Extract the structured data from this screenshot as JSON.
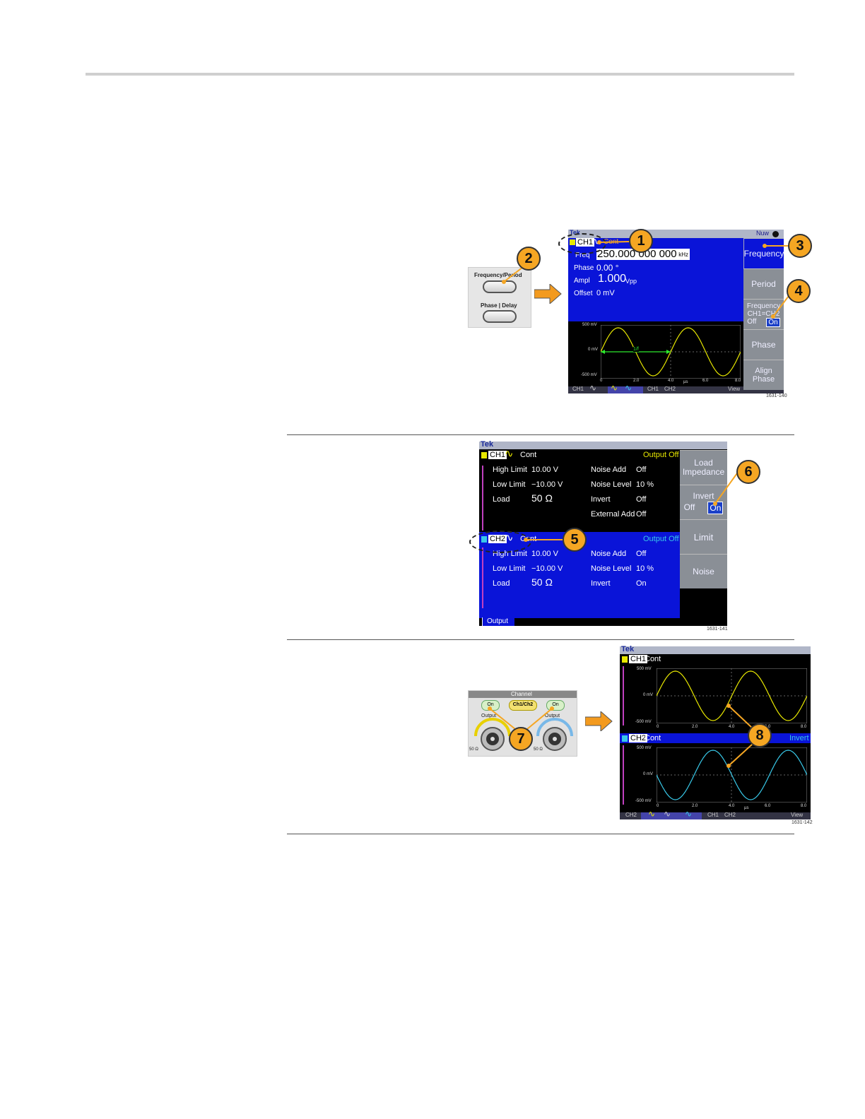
{
  "fig1": {
    "front_panel": {
      "freq_period_label": "Frequency/Period",
      "phase_delay_label": "Phase | Delay"
    },
    "screen": {
      "brand": "Tek",
      "ch_tag": "CH1",
      "mode": "Cont",
      "status": "Nuw",
      "freq_label": "Freq",
      "freq_value": "250.000 000 000",
      "freq_unit": "kHz",
      "phase_label": "Phase",
      "phase_value": "0.00 °",
      "ampl_label": "Ampl",
      "ampl_value": "1.000",
      "ampl_unit": "Vpp",
      "offset_label": "Offset",
      "offset_value": "0 mV",
      "y_ticks": [
        "500 mV",
        "0 mV",
        "-500 mV"
      ],
      "x_ticks": [
        "0",
        "2.0",
        "4.0",
        "6.0",
        "8.0"
      ],
      "x_unit": "µs",
      "period_marker": "1/f",
      "bottom_tabs": [
        "CH1",
        "CH1",
        "CH2",
        "View"
      ],
      "softkeys": {
        "frequency": "Frequency",
        "period": "Period",
        "freq_ch1": "Frequency",
        "freq_ch1_line2": "CH1=CH2",
        "off": "Off",
        "on": "On",
        "phase": "Phase",
        "align_phase": "Align Phase"
      }
    },
    "figure_id": "1631-140",
    "callouts": [
      "1",
      "2",
      "3",
      "4"
    ]
  },
  "fig2": {
    "screen": {
      "brand": "Tek",
      "ch1": {
        "tag": "CH1",
        "mode": "Cont",
        "status": "Output Off",
        "high_limit_label": "High Limit",
        "high_limit": "10.00 V",
        "low_limit_label": "Low Limit",
        "low_limit": "−10.00 V",
        "load_label": "Load",
        "load": "50 Ω",
        "noise_add_label": "Noise Add",
        "noise_add": "Off",
        "noise_level_label": "Noise Level",
        "noise_level": "10 %",
        "invert_label": "Invert",
        "invert": "Off",
        "ext_add_label": "External Add",
        "ext_add": "Off"
      },
      "ch2": {
        "tag": "CH2",
        "mode": "Cont",
        "status": "Output Off",
        "high_limit_label": "High Limit",
        "high_limit": "10.00 V",
        "low_limit_label": "Low Limit",
        "low_limit": "−10.00 V",
        "load_label": "Load",
        "load": "50 Ω",
        "noise_add_label": "Noise Add",
        "noise_add": "Off",
        "noise_level_label": "Noise Level",
        "noise_level": "10 %",
        "invert_label": "Invert",
        "invert": "On"
      },
      "tab": "Output",
      "softkeys": {
        "load_impedance": "Load",
        "load_impedance_2": "Impedance",
        "invert": "Invert",
        "off": "Off",
        "on": "On",
        "limit": "Limit",
        "noise": "Noise"
      }
    },
    "figure_id": "1631-141",
    "callouts": [
      "5",
      "6"
    ]
  },
  "fig3": {
    "front_panel": {
      "channel_label": "Channel",
      "on_left": "On",
      "on_right": "On",
      "ch_select": "Ch1/Ch2",
      "output_left": "Output",
      "output_right": "Output",
      "ohm_left": "50 Ω",
      "ohm_right": "50 Ω"
    },
    "screen": {
      "brand": "Tek",
      "ch1_tag": "CH1",
      "ch1_mode": "Cont",
      "ch2_tag": "CH2",
      "ch2_mode": "Cont",
      "ch2_status": "Invert",
      "y_ticks": [
        "500 mV",
        "0 mV",
        "-500 mV"
      ],
      "x_ticks": [
        "0",
        "2.0",
        "4.0",
        "6.0",
        "8.0"
      ],
      "x_unit": "µs",
      "bottom_tabs": [
        "CH2",
        "CH1",
        "CH2",
        "View"
      ]
    },
    "figure_id": "1631-142",
    "callouts": [
      "7",
      "8"
    ]
  },
  "colors": {
    "screen_blue": "#0a14d8",
    "callout_orange": "#f5a623",
    "ch1_yellow": "#e8e800",
    "ch2_cyan": "#38c8e8",
    "softkey_grey": "#8a8f96"
  }
}
